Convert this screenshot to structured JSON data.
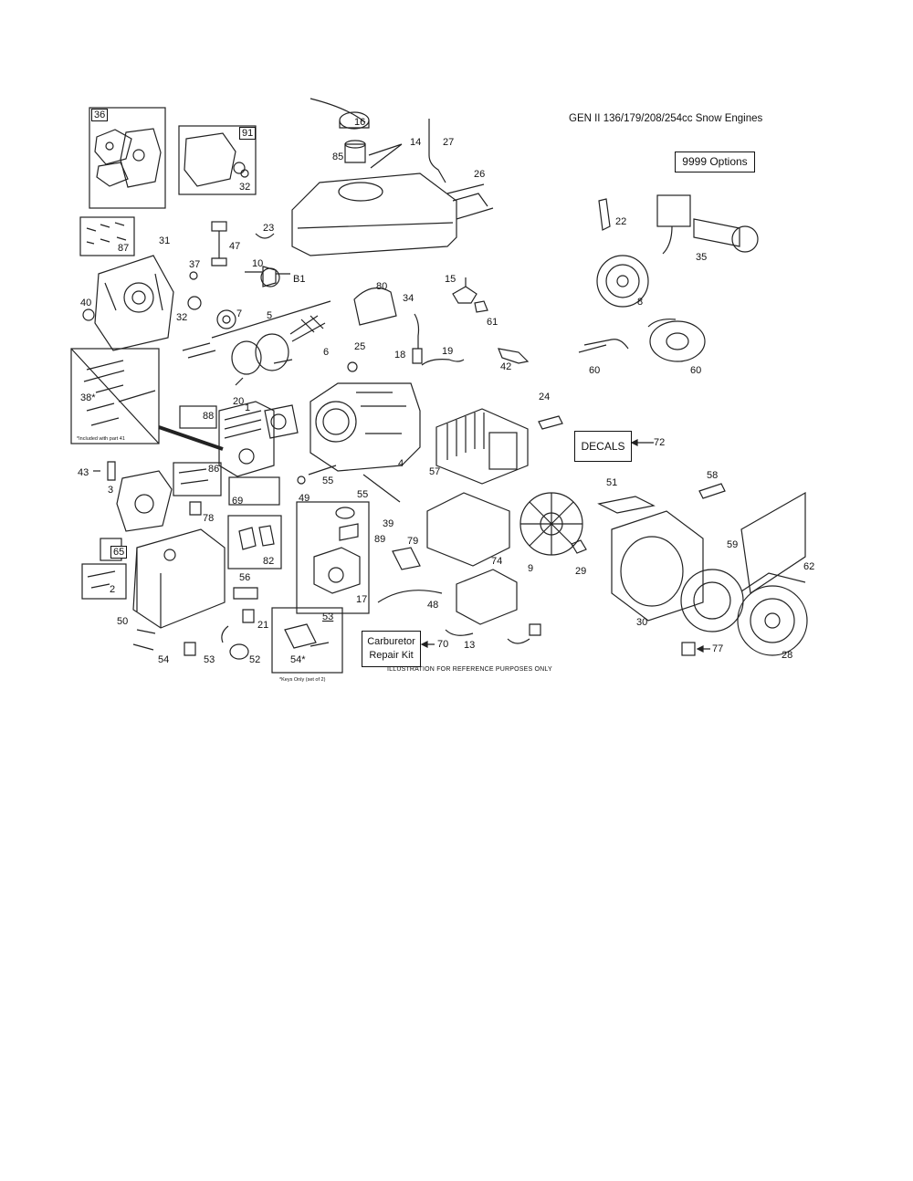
{
  "title": "GEN II 136/179/208/254cc Snow Engines",
  "options_box": "9999  Options",
  "decals_box": "DECALS",
  "carburetor_box": [
    "Carburetor",
    "Repair Kit"
  ],
  "reference_note": "ILLUSTRATION FOR REFERENCE PURPOSES ONLY",
  "included_note": "*Included with part 41",
  "keys_note": "*Keys Only (set of 2)",
  "part_numbers": {
    "p1": "1",
    "p2": "2",
    "p3": "3",
    "p4": "4",
    "p5": "5",
    "p6": "6",
    "p7": "7",
    "p8": "8",
    "p9": "9",
    "p10": "10",
    "p13": "13",
    "p14": "14",
    "p15": "15",
    "p16": "16",
    "p17": "17",
    "p18": "18",
    "p19": "19",
    "p20": "20",
    "p21": "21",
    "p22": "22",
    "p23": "23",
    "p24": "24",
    "p25": "25",
    "p26": "26",
    "p27": "27",
    "p28": "28",
    "p29": "29",
    "p30": "30",
    "p31": "31",
    "p32a": "32",
    "p32b": "32",
    "p34": "34",
    "p35": "35",
    "p36": "36",
    "p37": "37",
    "p38": "38*",
    "p39": "39",
    "p40": "40",
    "p42": "42",
    "p43": "43",
    "p47": "47",
    "p48": "48",
    "p49": "49",
    "p50": "50",
    "p51": "51",
    "p52": "52",
    "p53a": "53",
    "p53b": "53",
    "p54a": "54",
    "p54b": "54*",
    "p55a": "55",
    "p55b": "55",
    "p56": "56",
    "p57": "57",
    "p58": "58",
    "p59": "59",
    "p60a": "60",
    "p60b": "60",
    "p61": "61",
    "p62": "62",
    "p65": "65",
    "p69": "69",
    "p70": "70",
    "p72": "72",
    "p74": "74",
    "p77": "77",
    "p78": "78",
    "p79": "79",
    "p80": "80",
    "p81": "B1",
    "p82": "82",
    "p85": "85",
    "p86": "86",
    "p87": "87",
    "p88": "88",
    "p89": "89",
    "p91": "91"
  }
}
